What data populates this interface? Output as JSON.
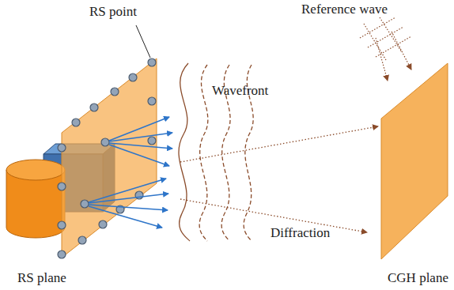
{
  "diagram": {
    "labels": [
      "RS point",
      "Reference wave",
      "Wavefront",
      "RS plane",
      "Diffraction",
      "CGH plane"
    ]
  }
}
